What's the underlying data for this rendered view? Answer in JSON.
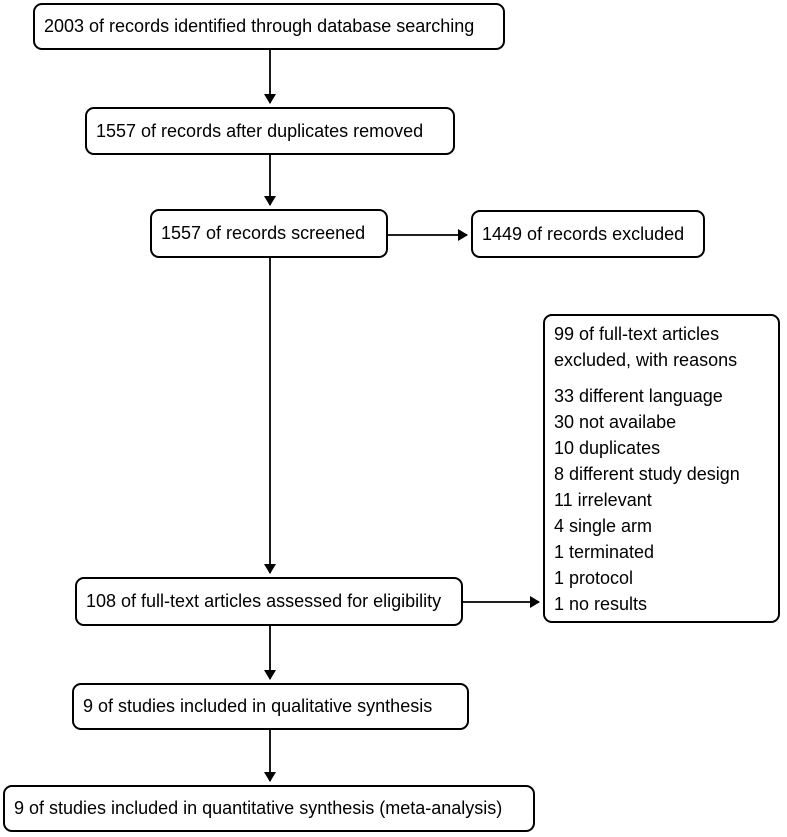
{
  "flow": {
    "identified": "2003 of records identified through database searching",
    "after_duplicates": "1557 of records after duplicates removed",
    "screened": "1557 of records screened",
    "records_excluded": "1449 of records excluded",
    "fulltext_assessed": "108 of full-text articles assessed for eligibility",
    "qualitative": "9 of studies included in qualitative synthesis",
    "quantitative": "9 of studies included in quantitative synthesis (meta-analysis)",
    "exclusion_reasons": {
      "header_line1": "99 of full-text articles",
      "header_line2": "excluded, with reasons",
      "items": [
        "33 different language",
        "30 not availabe",
        "10 duplicates",
        "8 different study design",
        "11 irrelevant",
        "4 single arm",
        "1 terminated",
        "1 protocol",
        "1 no results"
      ]
    }
  },
  "colors": {
    "line": "#000000",
    "box_border": "#000000",
    "background": "#ffffff"
  }
}
